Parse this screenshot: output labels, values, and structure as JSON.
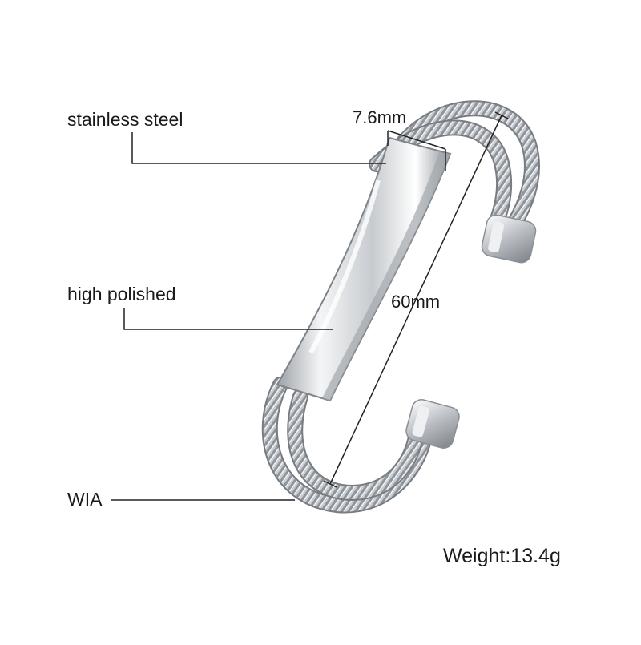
{
  "callouts": {
    "material": "stainless steel",
    "finish": "high polished",
    "brand": "WIA"
  },
  "dimensions": {
    "width": "7.6mm",
    "length": "60mm"
  },
  "weight": "Weight:13.4g"
}
